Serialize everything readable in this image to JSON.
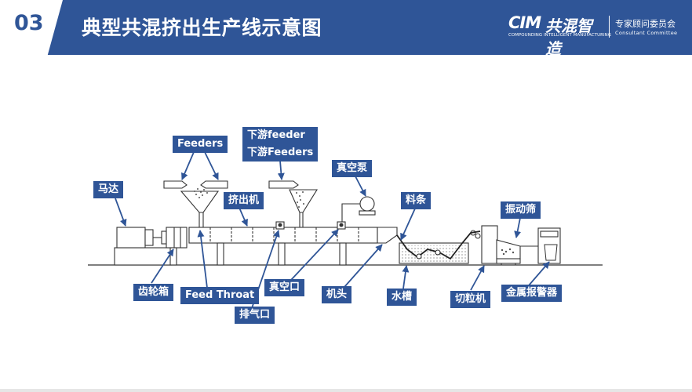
{
  "header": {
    "number": "03",
    "title": "典型共混挤出生产线示意图",
    "logo_mark": "CIM",
    "logo_cn": "共混智造",
    "logo_en": "COMPOUNDING INTELLIGENT MANUFACTURING",
    "committee_cn": "专家顾问委员会",
    "committee_en": "Consultant Committee",
    "color": "#2f5597"
  },
  "labels": {
    "motor": "马达",
    "feeders": "Feeders",
    "downstream_feeder": "下游feeder",
    "downstream_feeders": "下游Feeders",
    "vacuum_pump": "真空泵",
    "extruder": "挤出机",
    "strand": "料条",
    "vibrating_screen": "振动筛",
    "gearbox": "齿轮箱",
    "feed_throat": "Feed Throat",
    "vent": "排气口",
    "vacuum_port": "真空口",
    "die_head": "机头",
    "water_tank": "水槽",
    "pelletizer": "切粒机",
    "metal_detector": "金属报警器"
  }
}
